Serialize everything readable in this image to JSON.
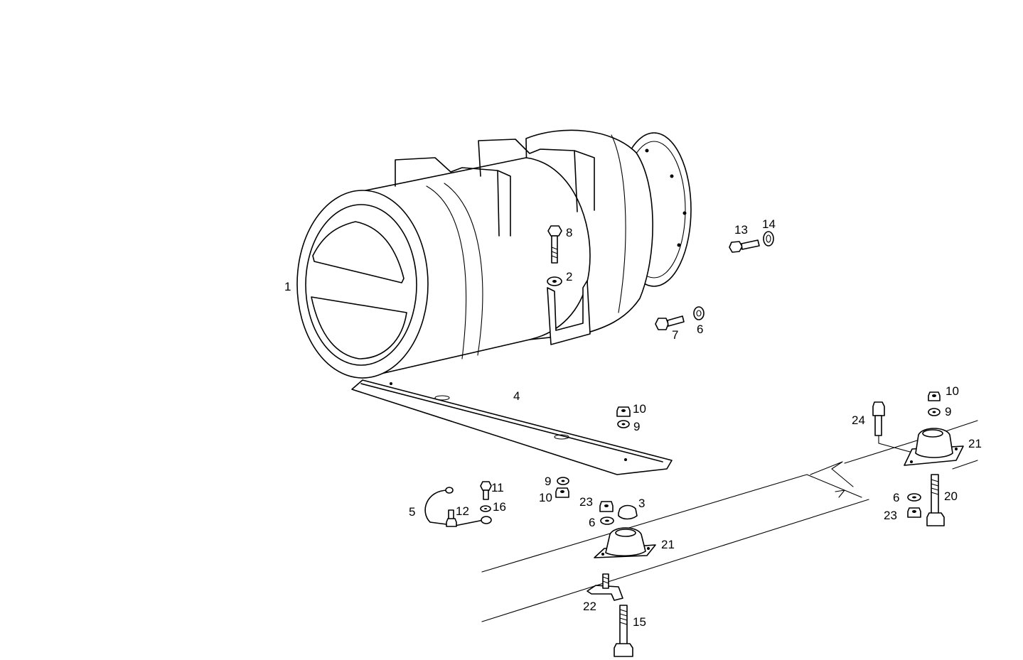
{
  "diagram": {
    "callouts": [
      {
        "id": "c1",
        "text": "1"
      },
      {
        "id": "c8",
        "text": "8"
      },
      {
        "id": "c2",
        "text": "2"
      },
      {
        "id": "c13",
        "text": "13"
      },
      {
        "id": "c14",
        "text": "14"
      },
      {
        "id": "c7",
        "text": "7"
      },
      {
        "id": "c6a",
        "text": "6"
      },
      {
        "id": "c4",
        "text": "4"
      },
      {
        "id": "c10a",
        "text": "10"
      },
      {
        "id": "c9a",
        "text": "9"
      },
      {
        "id": "c10b",
        "text": "10"
      },
      {
        "id": "c9b",
        "text": "9"
      },
      {
        "id": "c24",
        "text": "24"
      },
      {
        "id": "c21a",
        "text": "21"
      },
      {
        "id": "c11",
        "text": "11"
      },
      {
        "id": "c5",
        "text": "5"
      },
      {
        "id": "c12",
        "text": "12"
      },
      {
        "id": "c16",
        "text": "16"
      },
      {
        "id": "c9c",
        "text": "9"
      },
      {
        "id": "c10c",
        "text": "10"
      },
      {
        "id": "c23a",
        "text": "23"
      },
      {
        "id": "c3",
        "text": "3"
      },
      {
        "id": "c6b",
        "text": "6"
      },
      {
        "id": "c21b",
        "text": "21"
      },
      {
        "id": "c6c",
        "text": "6"
      },
      {
        "id": "c20",
        "text": "20"
      },
      {
        "id": "c23b",
        "text": "23"
      },
      {
        "id": "c22",
        "text": "22"
      },
      {
        "id": "c15",
        "text": "15"
      }
    ]
  }
}
